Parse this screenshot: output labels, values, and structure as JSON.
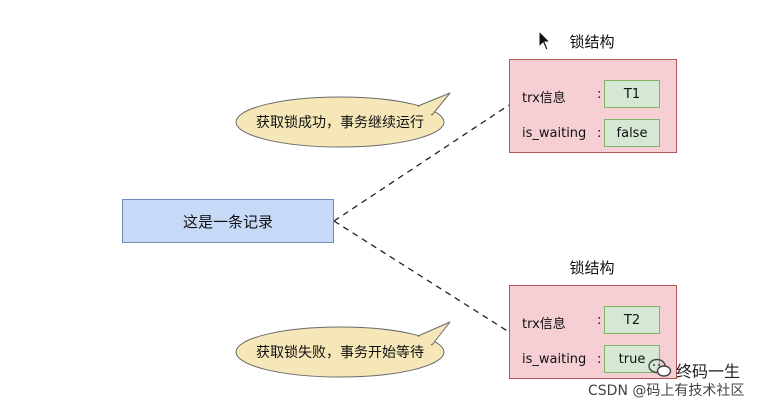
{
  "record": {
    "label": "这是一条记录"
  },
  "locks": [
    {
      "title": "锁结构",
      "fields": [
        {
          "label": "trx信息",
          "value": "T1"
        },
        {
          "label": "is_waiting",
          "value": "false"
        }
      ],
      "callout": "获取锁成功，事务继续运行"
    },
    {
      "title": "锁结构",
      "fields": [
        {
          "label": "trx信息",
          "value": "T2"
        },
        {
          "label": "is_waiting",
          "value": "true"
        }
      ],
      "callout": "获取锁失败，事务开始等待"
    }
  ],
  "separator": ":",
  "watermark": {
    "handle": "终码一生",
    "site": "CSDN @码上有技术社区"
  },
  "colors": {
    "record_fill": "#c6d9f7",
    "lock_fill": "#f5cfd3",
    "value_fill": "#d5e8d4",
    "callout_fill": "#f5e7b8"
  }
}
